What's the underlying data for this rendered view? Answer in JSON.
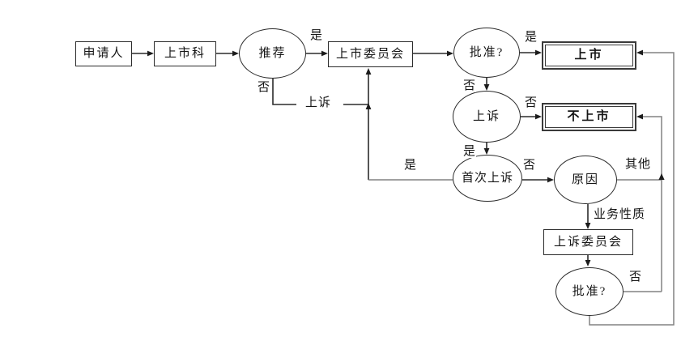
{
  "diagram": {
    "background_color": "#ffffff",
    "node_line_color": "#2b2b2b",
    "loop_line_color": "#828282",
    "text_color": "#161616",
    "nodes": {
      "applicant": {
        "label": "申请人",
        "shape": "rect"
      },
      "listing_section": {
        "label": "上市科",
        "shape": "rect"
      },
      "recommend": {
        "label": "推荐",
        "shape": "ellipse"
      },
      "listing_committee": {
        "label": "上市委员会",
        "shape": "rect"
      },
      "approve_listing": {
        "label": "批准?",
        "shape": "ellipse"
      },
      "listed": {
        "label": "上市",
        "shape": "double-rect"
      },
      "appeal": {
        "label": "上诉",
        "shape": "ellipse"
      },
      "not_listed": {
        "label": "不上市",
        "shape": "double-rect"
      },
      "first_appeal": {
        "label": "首次上诉",
        "shape": "ellipse"
      },
      "reason": {
        "label": "原因",
        "shape": "ellipse"
      },
      "appeal_committee": {
        "label": "上诉委员会",
        "shape": "rect"
      },
      "approve_appeal": {
        "label": "批准?",
        "shape": "ellipse"
      }
    },
    "edge_labels": {
      "recommend_yes": "是",
      "recommend_no": "否",
      "appeal_inline": "上诉",
      "approve_listing_yes": "是",
      "approve_listing_no": "否",
      "appeal_no": "否",
      "appeal_yes": "是",
      "first_appeal_yes": "是",
      "first_appeal_no": "否",
      "reason_other": "其他",
      "reason_business": "业务性质",
      "approve_appeal_no": "否"
    }
  }
}
